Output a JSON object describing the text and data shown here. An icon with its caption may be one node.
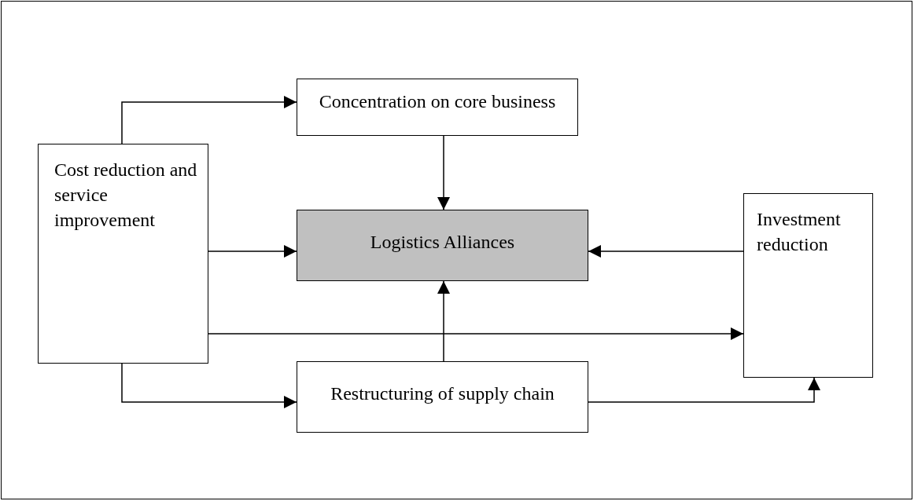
{
  "diagram": {
    "nodes": [
      {
        "text": [
          "Cost reduction and service improvement"
        ]
      },
      {
        "text": [
          "Concentration on core business"
        ]
      },
      {
        "text": [
          "Logistics Alliances"
        ]
      },
      {
        "text": [
          "Investment reduction"
        ]
      },
      {
        "text": [
          "Restructuring of supply chain"
        ]
      }
    ],
    "edges": [
      {
        "from": 0,
        "to": 1,
        "arrow": "to"
      },
      {
        "from": 1,
        "to": 2,
        "arrow": "to"
      },
      {
        "from": 0,
        "to": 2,
        "arrow": "to"
      },
      {
        "from": 3,
        "to": 2,
        "arrow": "to"
      },
      {
        "from": 4,
        "to": 2,
        "arrow": "to"
      },
      {
        "from": 0,
        "to": 3,
        "arrow": "to"
      },
      {
        "from": 0,
        "to": 4,
        "arrow": "to"
      },
      {
        "from": 4,
        "to": 3,
        "arrow": "to"
      }
    ]
  }
}
